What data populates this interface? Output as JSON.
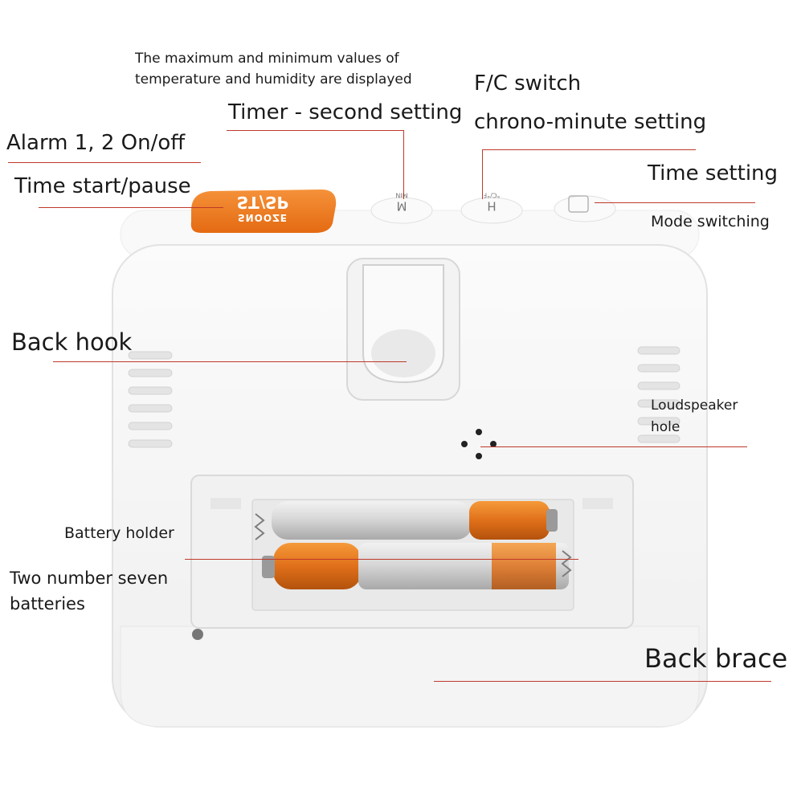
{
  "labels": {
    "max_min_line1": "The maximum and minimum values of",
    "max_min_line2": "temperature and humidity are displayed",
    "fc_switch": "F/C switch",
    "timer_second": "Timer - second setting",
    "chrono_minute": "chrono-minute setting",
    "alarm_onoff": "Alarm 1, 2 On/off",
    "time_setting": "Time setting",
    "time_start_pause": "Time start/pause",
    "mode_switching": "Mode switching",
    "back_hook": "Back hook",
    "loudspeaker_line1": "Loudspeaker",
    "loudspeaker_line2": "hole",
    "battery_holder": "Battery holder",
    "two_batteries_line1": "Two number seven",
    "two_batteries_line2": "batteries",
    "back_brace": "Back brace"
  },
  "device": {
    "snooze_button_line1": "ST/SP",
    "snooze_button_line2": "SNOOZE",
    "button_m": "M",
    "button_h": "H",
    "button_m_sub": "MIN",
    "button_h_sub": "°C/°F"
  },
  "colors": {
    "leader_line": "#c0392b",
    "snooze_orange": "#f07b1c",
    "battery_orange": "#e0701a",
    "device_body": "#f7f7f7"
  }
}
